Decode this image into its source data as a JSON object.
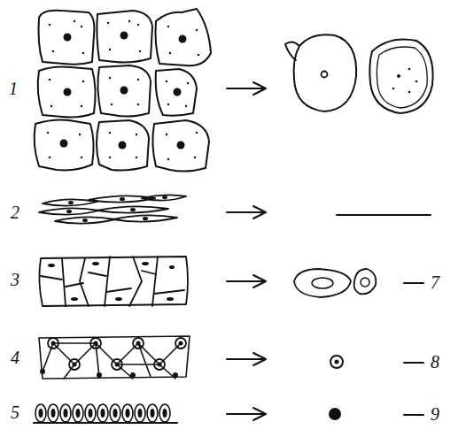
{
  "diagram": {
    "labels": [
      "1",
      "2",
      "3",
      "4",
      "5",
      "7",
      "8",
      "9"
    ]
  }
}
